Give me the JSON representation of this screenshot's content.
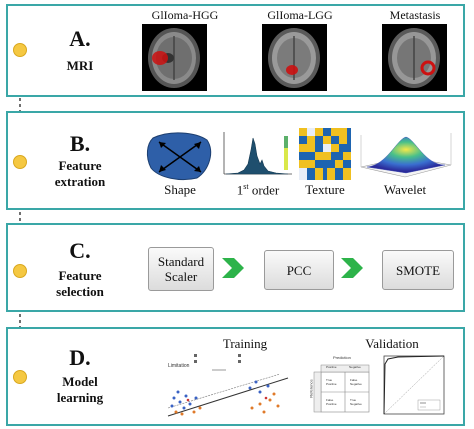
{
  "panels": [
    {
      "letter": "A.",
      "subtitle": "MRI"
    },
    {
      "letter": "B.",
      "subtitle": "Feature\nextration"
    },
    {
      "letter": "C.",
      "subtitle": "Feature\nselection"
    },
    {
      "letter": "D.",
      "subtitle": "Model\nlearning"
    }
  ],
  "mri": {
    "titles": [
      "GlIoma-HGG",
      "GlIoma-LGG",
      "Metastasis"
    ]
  },
  "features": {
    "shape": "Shape",
    "first_order_main": "1",
    "first_order_sup": "st",
    "first_order_rest": " order",
    "texture": "Texture",
    "wavelet": "Wavelet"
  },
  "selection": {
    "steps": [
      "Standard\nScaler",
      "PCC",
      "SMOTE"
    ]
  },
  "learning": {
    "training": "Training",
    "validation": "Validation",
    "limitation": "Limitation",
    "prediction": "Prediction",
    "reference": "Reference",
    "positive": "Positive",
    "negative": "Negative",
    "true_positive": "True\nPositive",
    "false_negative": "False\nNegative",
    "false_positive": "False\nPositive",
    "true_negative": "True\nNegative"
  },
  "colors": {
    "panel_border": "#3aa7a7",
    "dot": "#f5c842",
    "chevron": "#2db34a",
    "tumor": "#cc1111",
    "shape_fill": "#2e5fa8"
  }
}
